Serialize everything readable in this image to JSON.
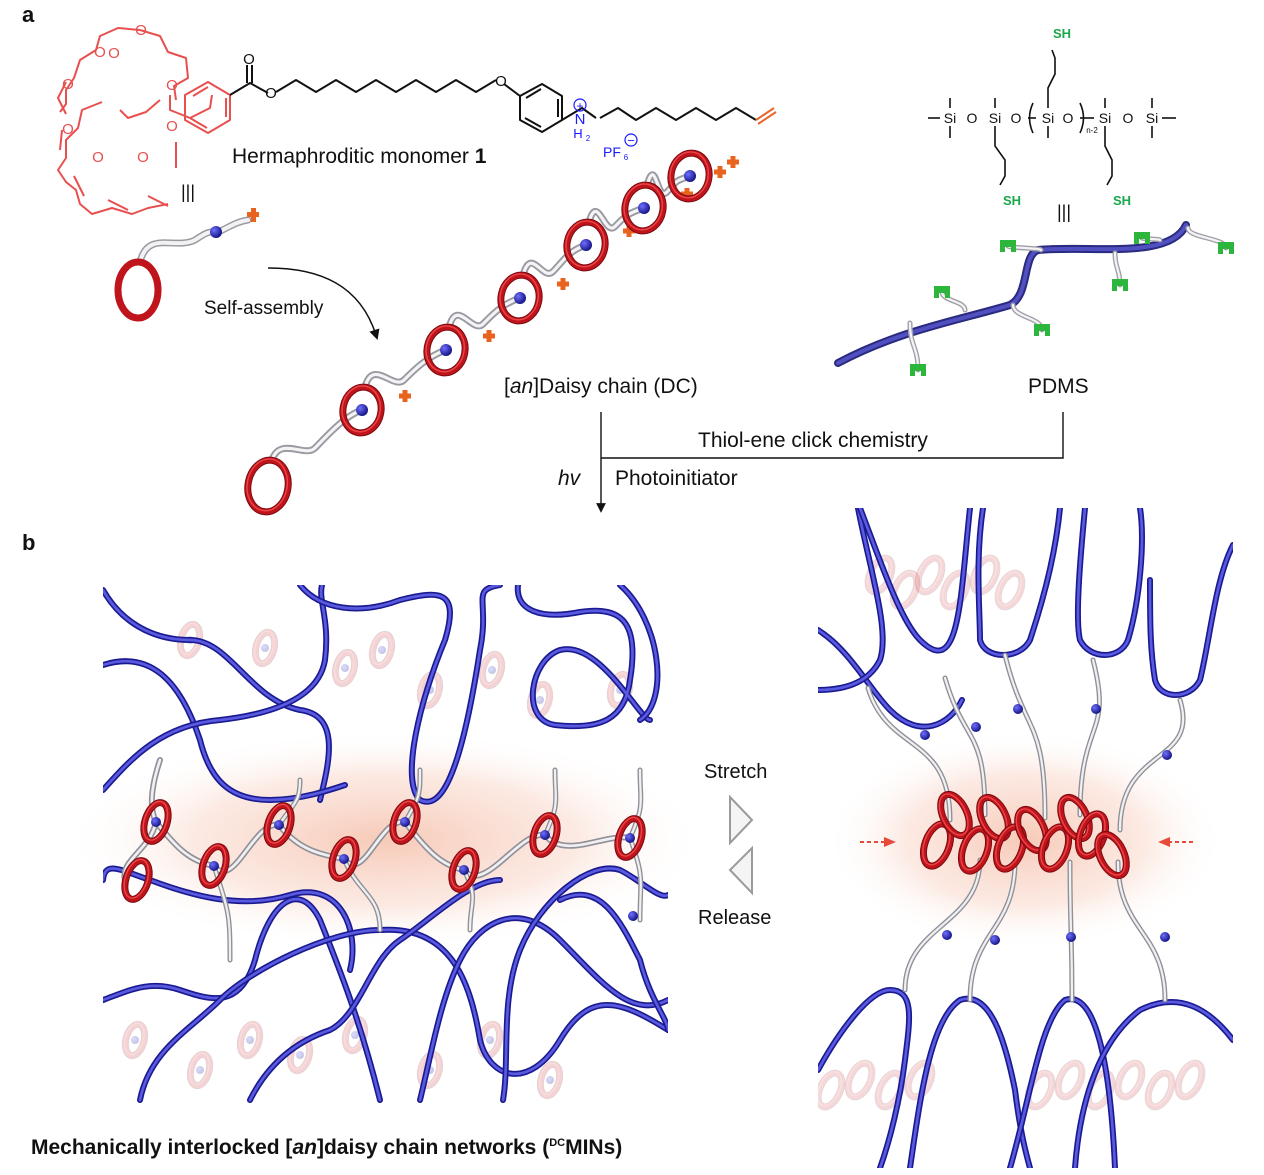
{
  "panel_a": {
    "label": "a",
    "monomer": {
      "caption_prefix": "Hermaphroditic monomer ",
      "caption_number": "1",
      "atoms": {
        "oxygen": "O",
        "ammonium": "N",
        "ammonium_h": "H",
        "ammonium_h_sub": "2",
        "plus": "+",
        "counterion": "PF",
        "counterion_sub": "6",
        "minus": "−"
      }
    },
    "equivalence_symbol": "|||",
    "self_assembly_label": "Self-assembly",
    "daisy_chain_label_prefix": "[",
    "daisy_chain_label_italic": "an",
    "daisy_chain_label_suffix": "]Daisy chain (DC)",
    "pdms": {
      "label": "PDMS",
      "atoms": {
        "silicon": "Si",
        "oxygen": "O",
        "thiol": "SH",
        "repeat_sub": "n-2"
      }
    },
    "reaction": {
      "top_label": "Thiol-ene click chemistry",
      "hv_label": "hv",
      "reagent_label": "Photoinitiator"
    }
  },
  "panel_b": {
    "label": "b",
    "stretch_label": "Stretch",
    "release_label": "Release",
    "caption_prefix": "Mechanically interlocked [",
    "caption_italic": "an",
    "caption_middle": "]daisy chain networks (",
    "caption_sup": "DC",
    "caption_suffix": "MINs)"
  },
  "colors": {
    "crown_ether": "#e8504f",
    "ammonium": "#1a1aff",
    "alkene": "#e8642a",
    "thiol": "#1aa84a",
    "ring": "#c0141c",
    "polymer": "#2424a8",
    "axle": "#d8d8de",
    "stopper": "#e8641e",
    "thiol_block": "#2cb63c",
    "glow": "#f4b8a0",
    "compress_arrow": "#e84a3a"
  }
}
